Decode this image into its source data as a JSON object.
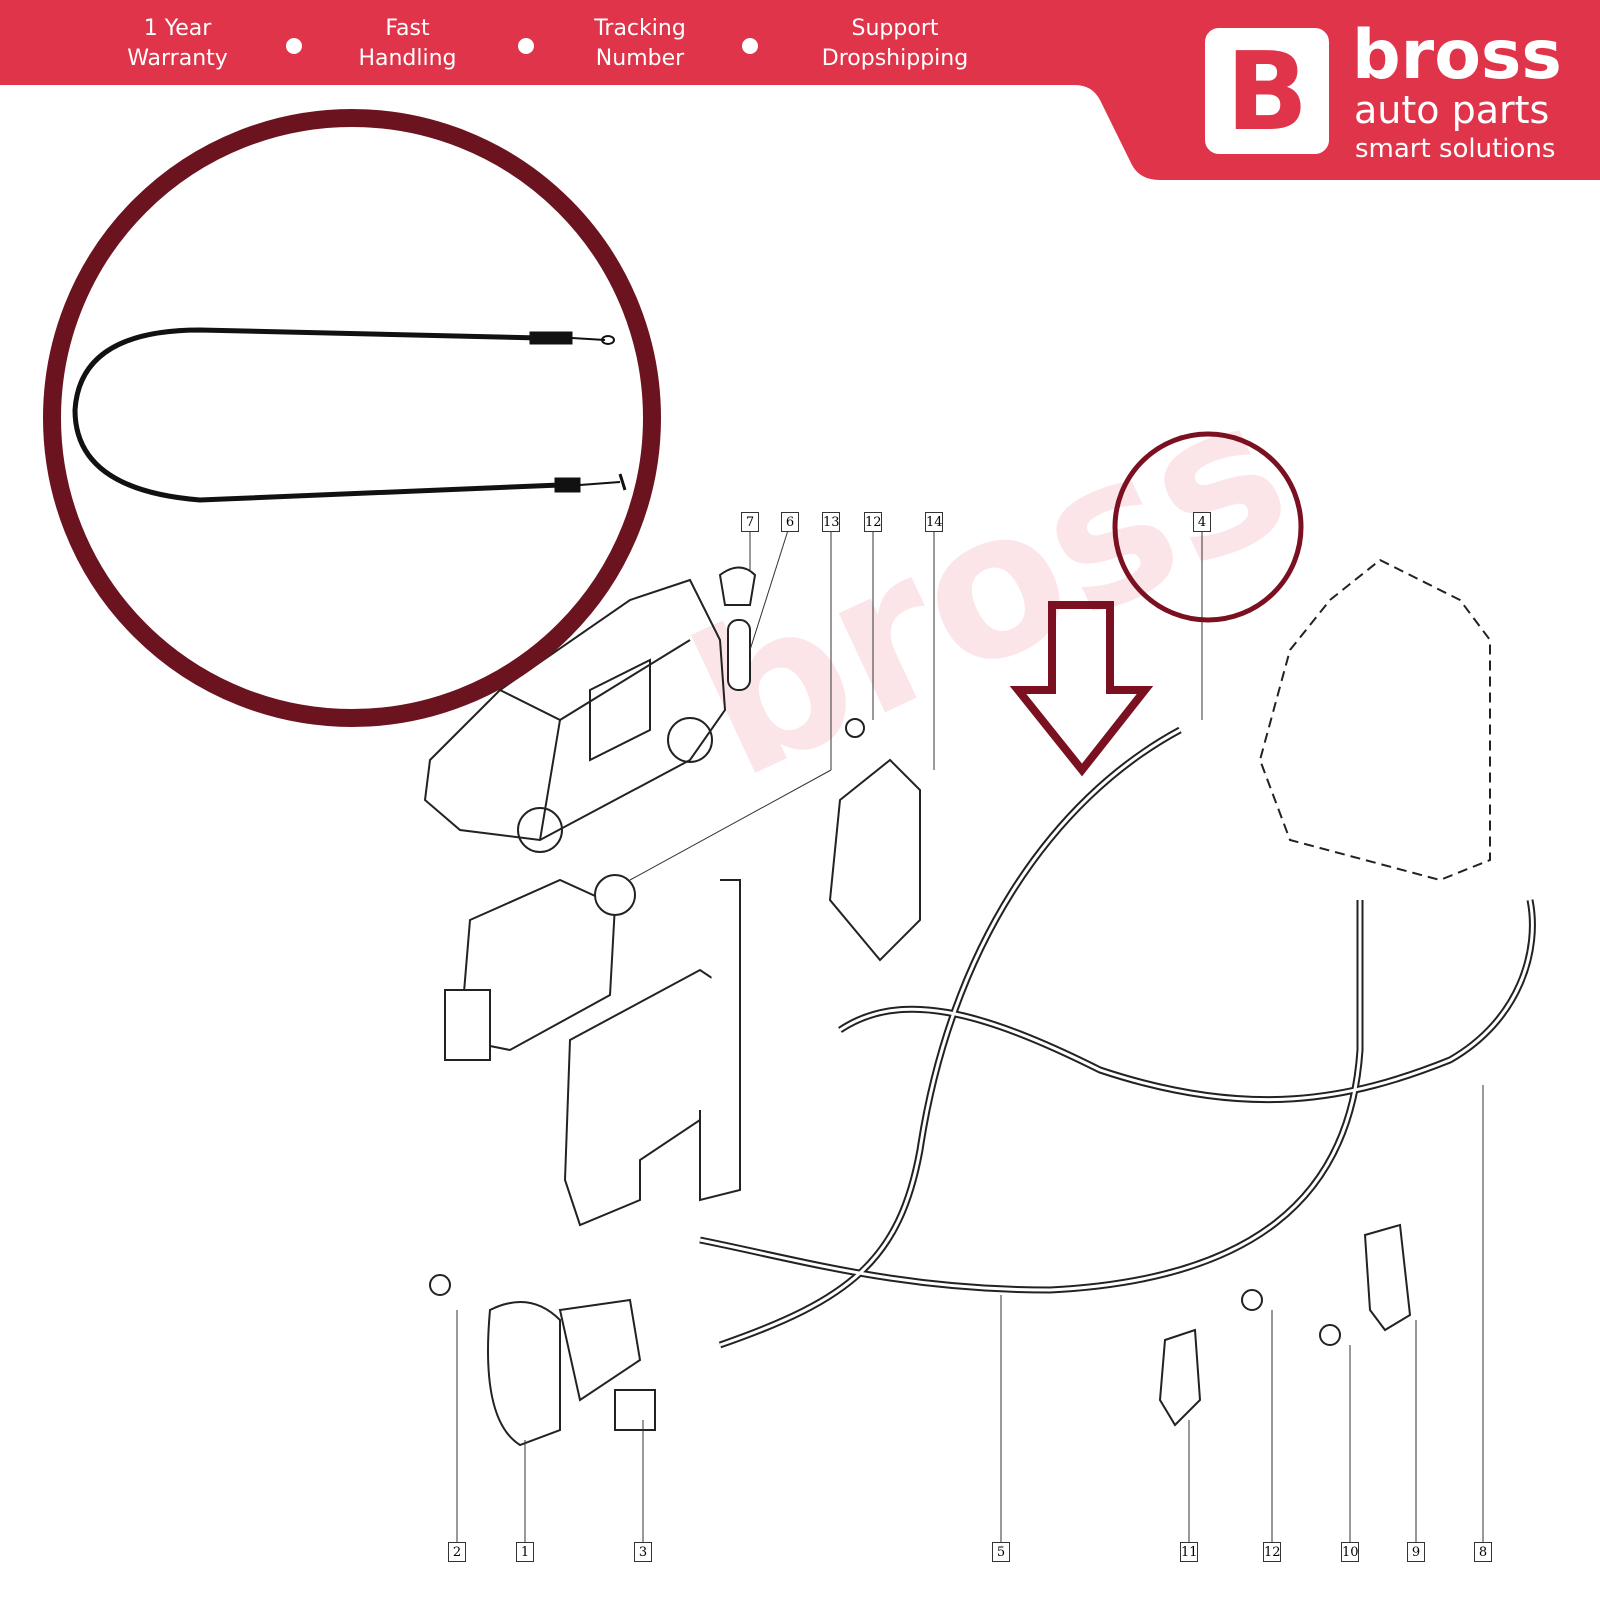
{
  "header": {
    "features": [
      "1 Year\nWarranty",
      "Fast\nHandling",
      "Tracking\nNumber",
      "Support\nDropshipping"
    ],
    "brand_initial": "B",
    "brand_name": "bross",
    "brand_sub": "auto parts",
    "brand_tagline": "smart solutions"
  },
  "colors": {
    "brand": "#e0344a",
    "highlight": "#7a1020"
  },
  "diagram": {
    "top_labels": [
      "7",
      "6",
      "13",
      "12",
      "14",
      "4"
    ],
    "bottom_labels": [
      "2",
      "1",
      "3",
      "5",
      "11",
      "12",
      "10",
      "9",
      "8"
    ]
  }
}
